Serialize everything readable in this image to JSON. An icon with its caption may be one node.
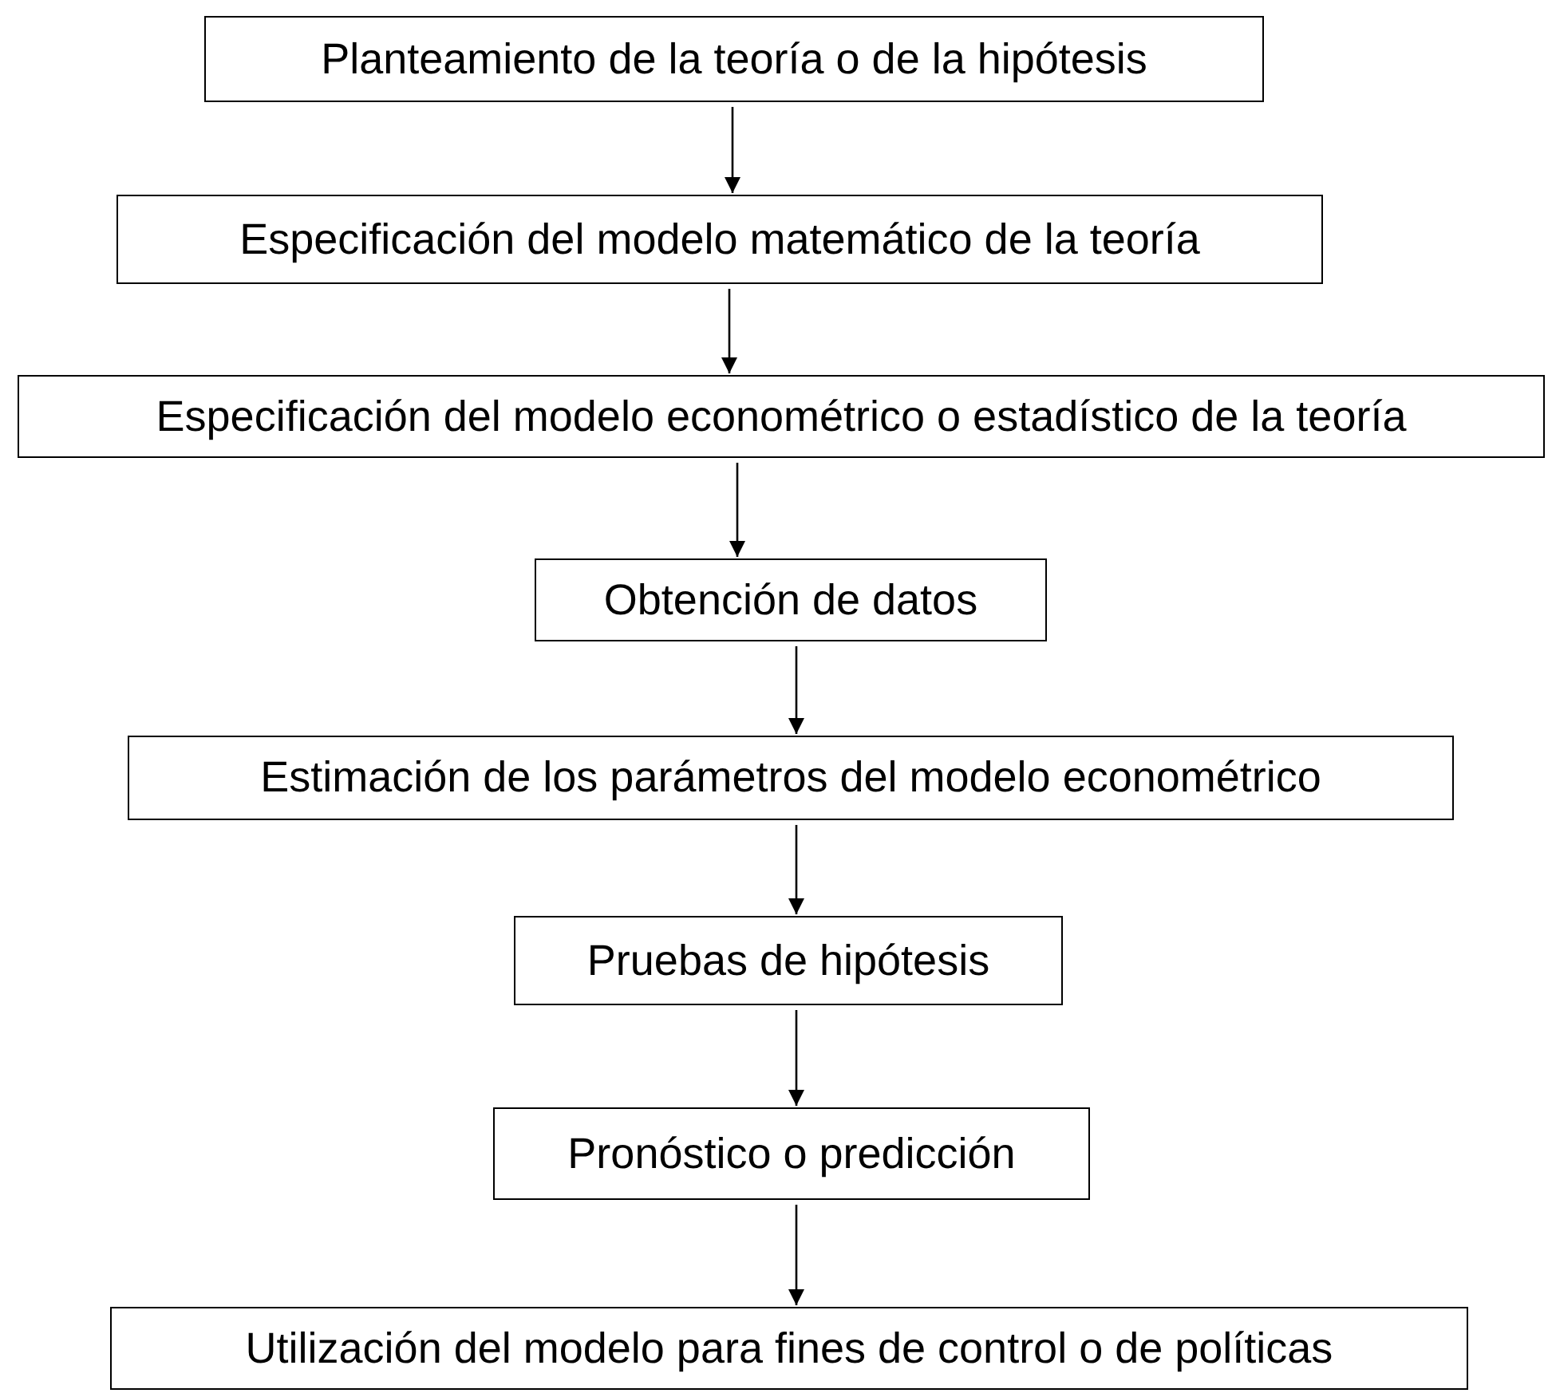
{
  "diagram": {
    "nodes": [
      {
        "text": [
          "Planteamiento de la teoría o de la hipótesis"
        ]
      },
      {
        "text": [
          "Especificación del modelo matemático de la teoría"
        ]
      },
      {
        "text": [
          "Especificación del modelo econométrico o estadístico de la teoría"
        ]
      },
      {
        "text": [
          "Obtención de datos"
        ]
      },
      {
        "text": [
          "Estimación de los parámetros del modelo econométrico"
        ]
      },
      {
        "text": [
          "Pruebas de hipótesis"
        ]
      },
      {
        "text": [
          "Pronóstico o predicción"
        ]
      },
      {
        "text": [
          "Utilización del modelo para fines de control o de políticas"
        ]
      }
    ],
    "edges": [
      {
        "from": 0,
        "to": 1,
        "arrow": "to"
      },
      {
        "from": 1,
        "to": 2,
        "arrow": "to"
      },
      {
        "from": 2,
        "to": 3,
        "arrow": "to"
      },
      {
        "from": 3,
        "to": 4,
        "arrow": "to"
      },
      {
        "from": 4,
        "to": 5,
        "arrow": "to"
      },
      {
        "from": 5,
        "to": 6,
        "arrow": "to"
      },
      {
        "from": 6,
        "to": 7,
        "arrow": "to"
      }
    ]
  }
}
